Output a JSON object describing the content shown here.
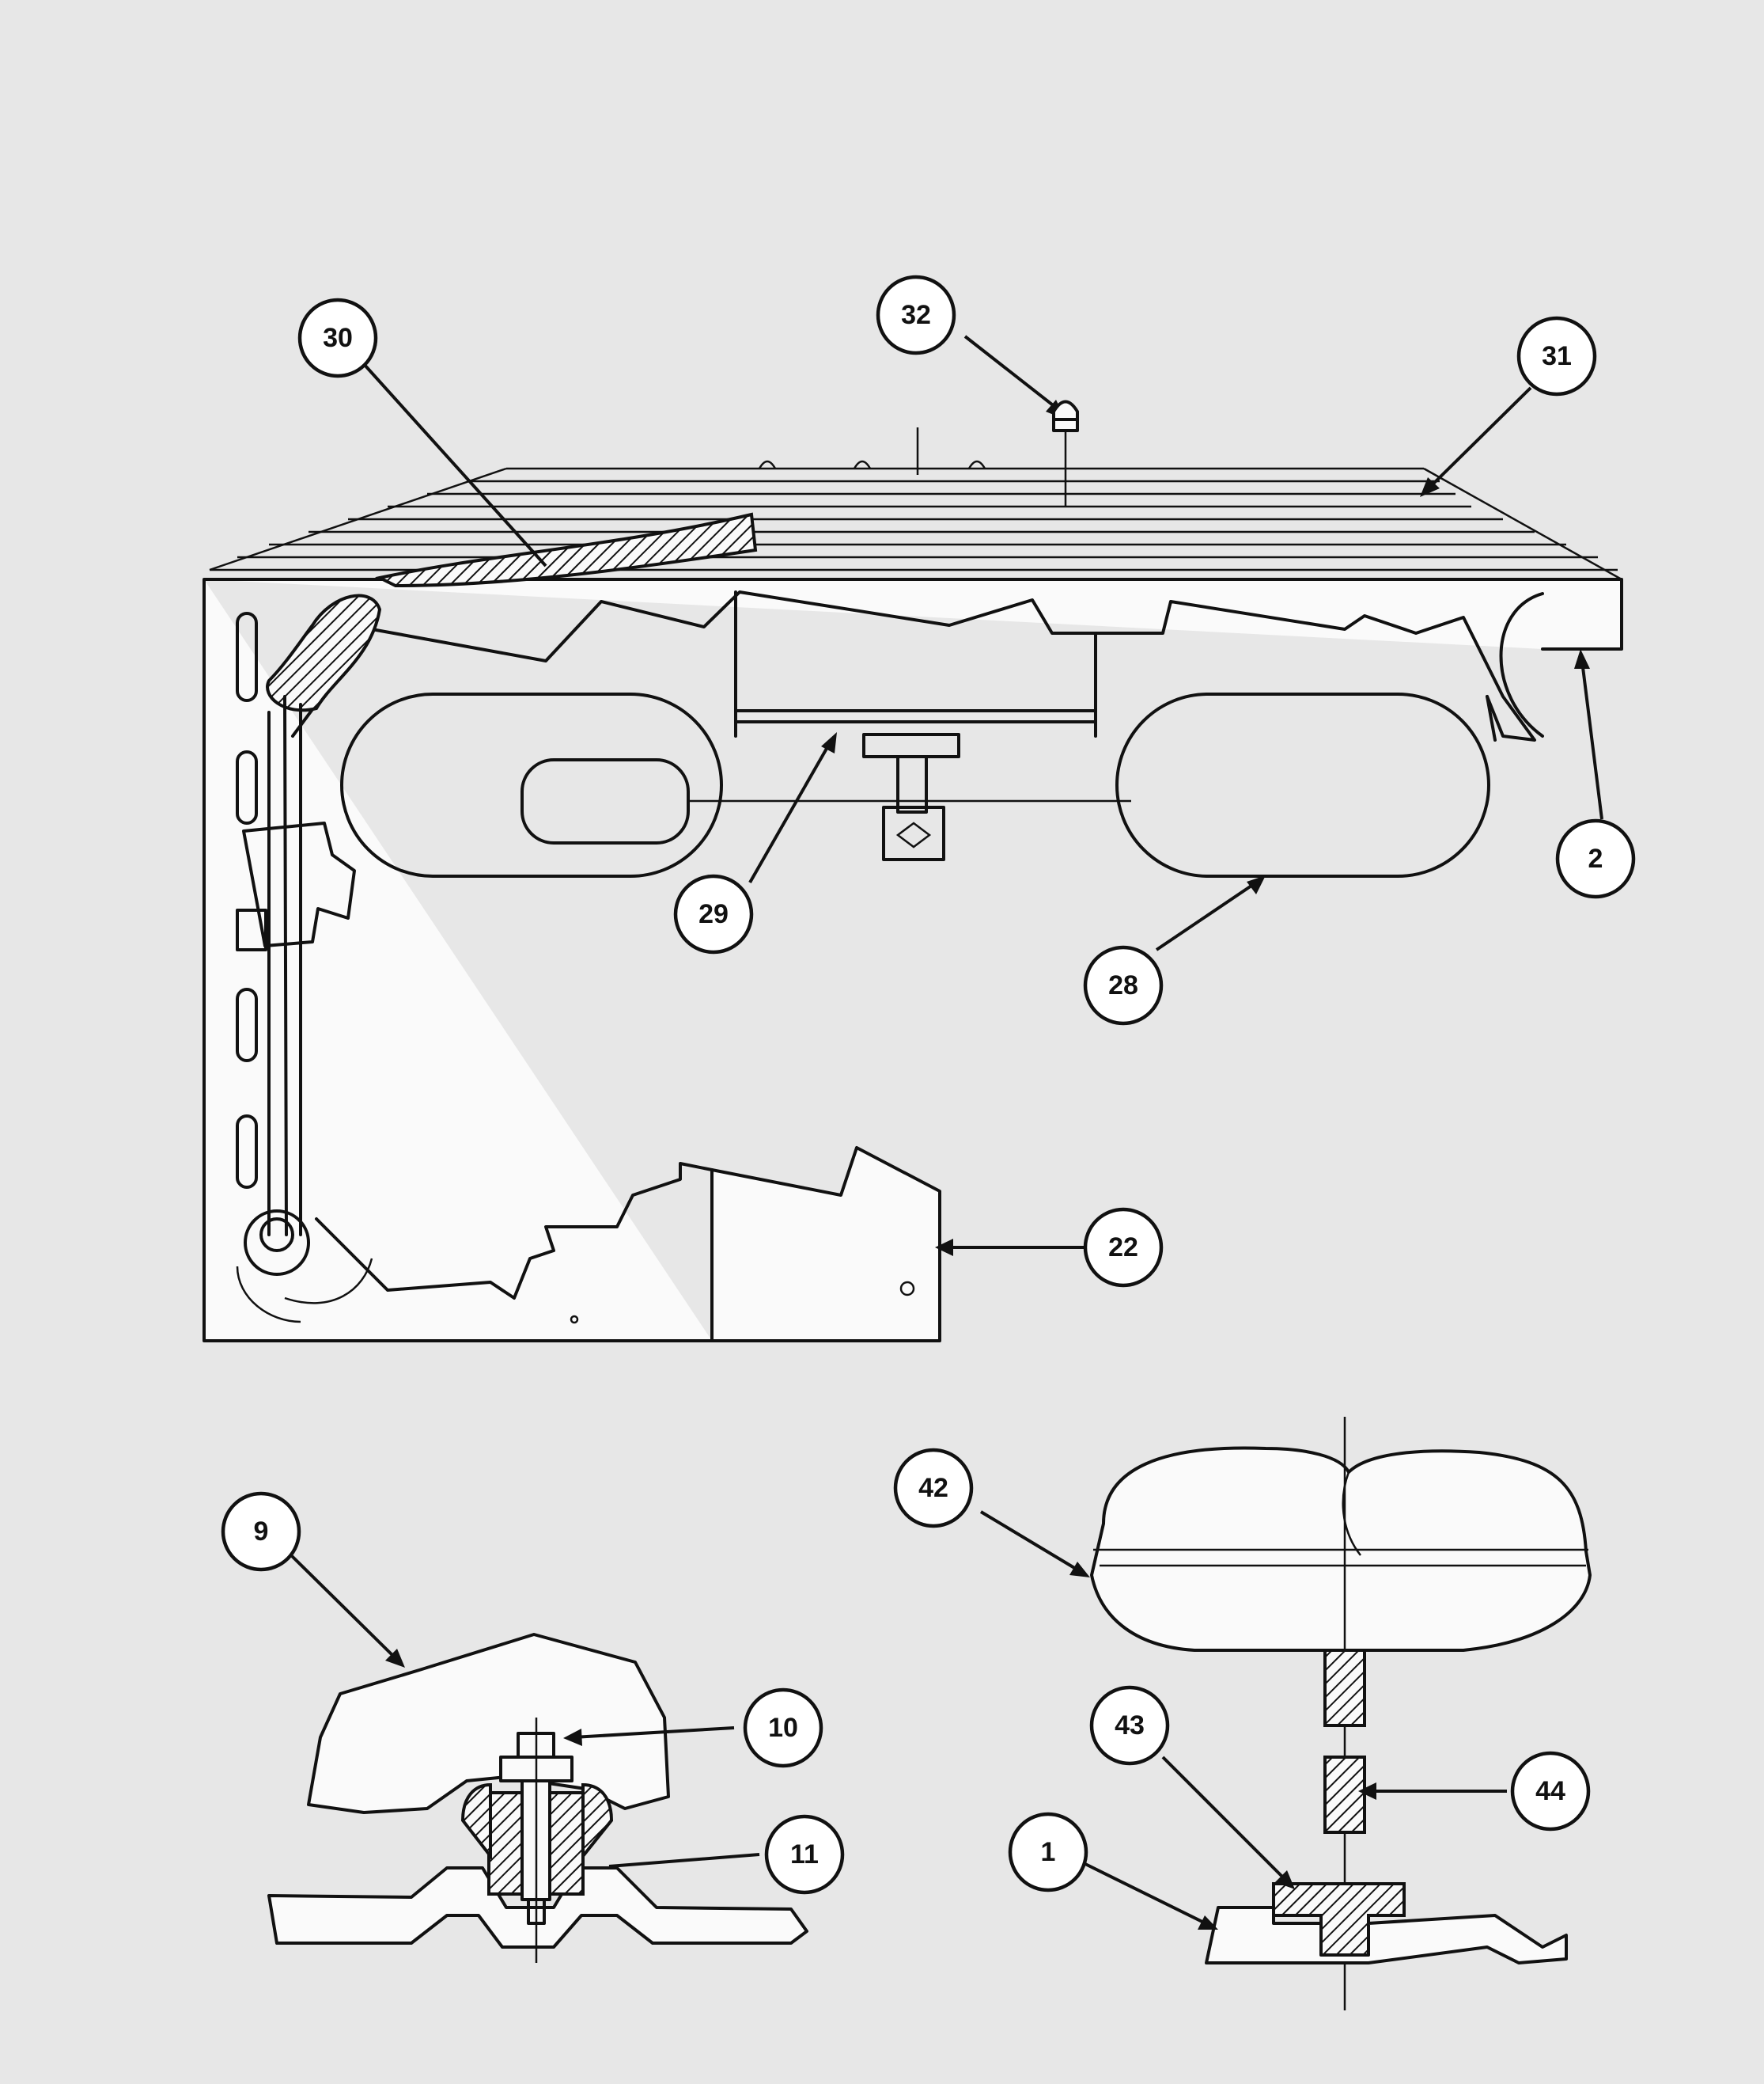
{
  "diagram": {
    "background_color": "#e7e7e7",
    "ink_color": "#111111",
    "callouts": [
      {
        "id": "c30",
        "label": "30"
      },
      {
        "id": "c32",
        "label": "32"
      },
      {
        "id": "c31",
        "label": "31"
      },
      {
        "id": "c2",
        "label": "2"
      },
      {
        "id": "c29",
        "label": "29"
      },
      {
        "id": "c28",
        "label": "28"
      },
      {
        "id": "c22",
        "label": "22"
      },
      {
        "id": "c42",
        "label": "42"
      },
      {
        "id": "c9",
        "label": "9"
      },
      {
        "id": "c10",
        "label": "10"
      },
      {
        "id": "c43",
        "label": "43"
      },
      {
        "id": "c44",
        "label": "44"
      },
      {
        "id": "c11",
        "label": "11"
      },
      {
        "id": "c1",
        "label": "1"
      }
    ]
  }
}
